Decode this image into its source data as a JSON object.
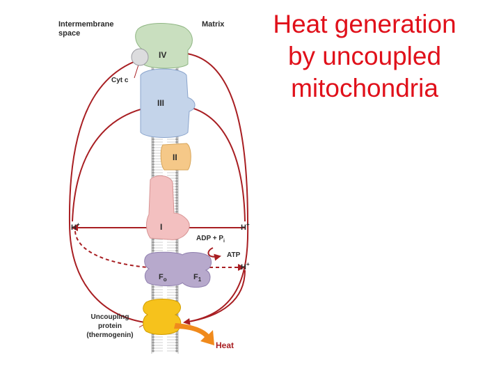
{
  "slide": {
    "title_lines": [
      "Heat generation",
      "by uncoupled",
      "mitochondria"
    ],
    "title_color": "#e0101a"
  },
  "diagram": {
    "intermembrane_label": [
      "Intermembrane",
      "space"
    ],
    "matrix_label": "Matrix",
    "complex_iv": "IV",
    "cyt_c": "Cyt c",
    "complex_iii": "III",
    "complex_ii": "II",
    "complex_i": "I",
    "proton_left": "H",
    "proton_right_1": "H",
    "proton_right_2": "H",
    "proton_charge": "+",
    "adp_text": "ADP + P",
    "adp_subscript": "i",
    "atp": "ATP",
    "fo_main": "F",
    "fo_sub": "o",
    "f1_main": "F",
    "f1_sub": "1",
    "uncoupling_label": [
      "Uncoupling",
      "protein",
      "(thermogenin)"
    ],
    "heat": "Heat",
    "colors": {
      "arrows": "#a81e22",
      "heat_arrow": "#f08a1c",
      "complex_iv": "#c9dfbf",
      "complex_iii": "#c4d4ea",
      "complex_ii": "#f5c888",
      "complex_i": "#f3c0c0",
      "atp_synthase": "#b7a9cc",
      "thermogenin": "#f6c21c",
      "membrane": "#8a8a8a"
    }
  }
}
